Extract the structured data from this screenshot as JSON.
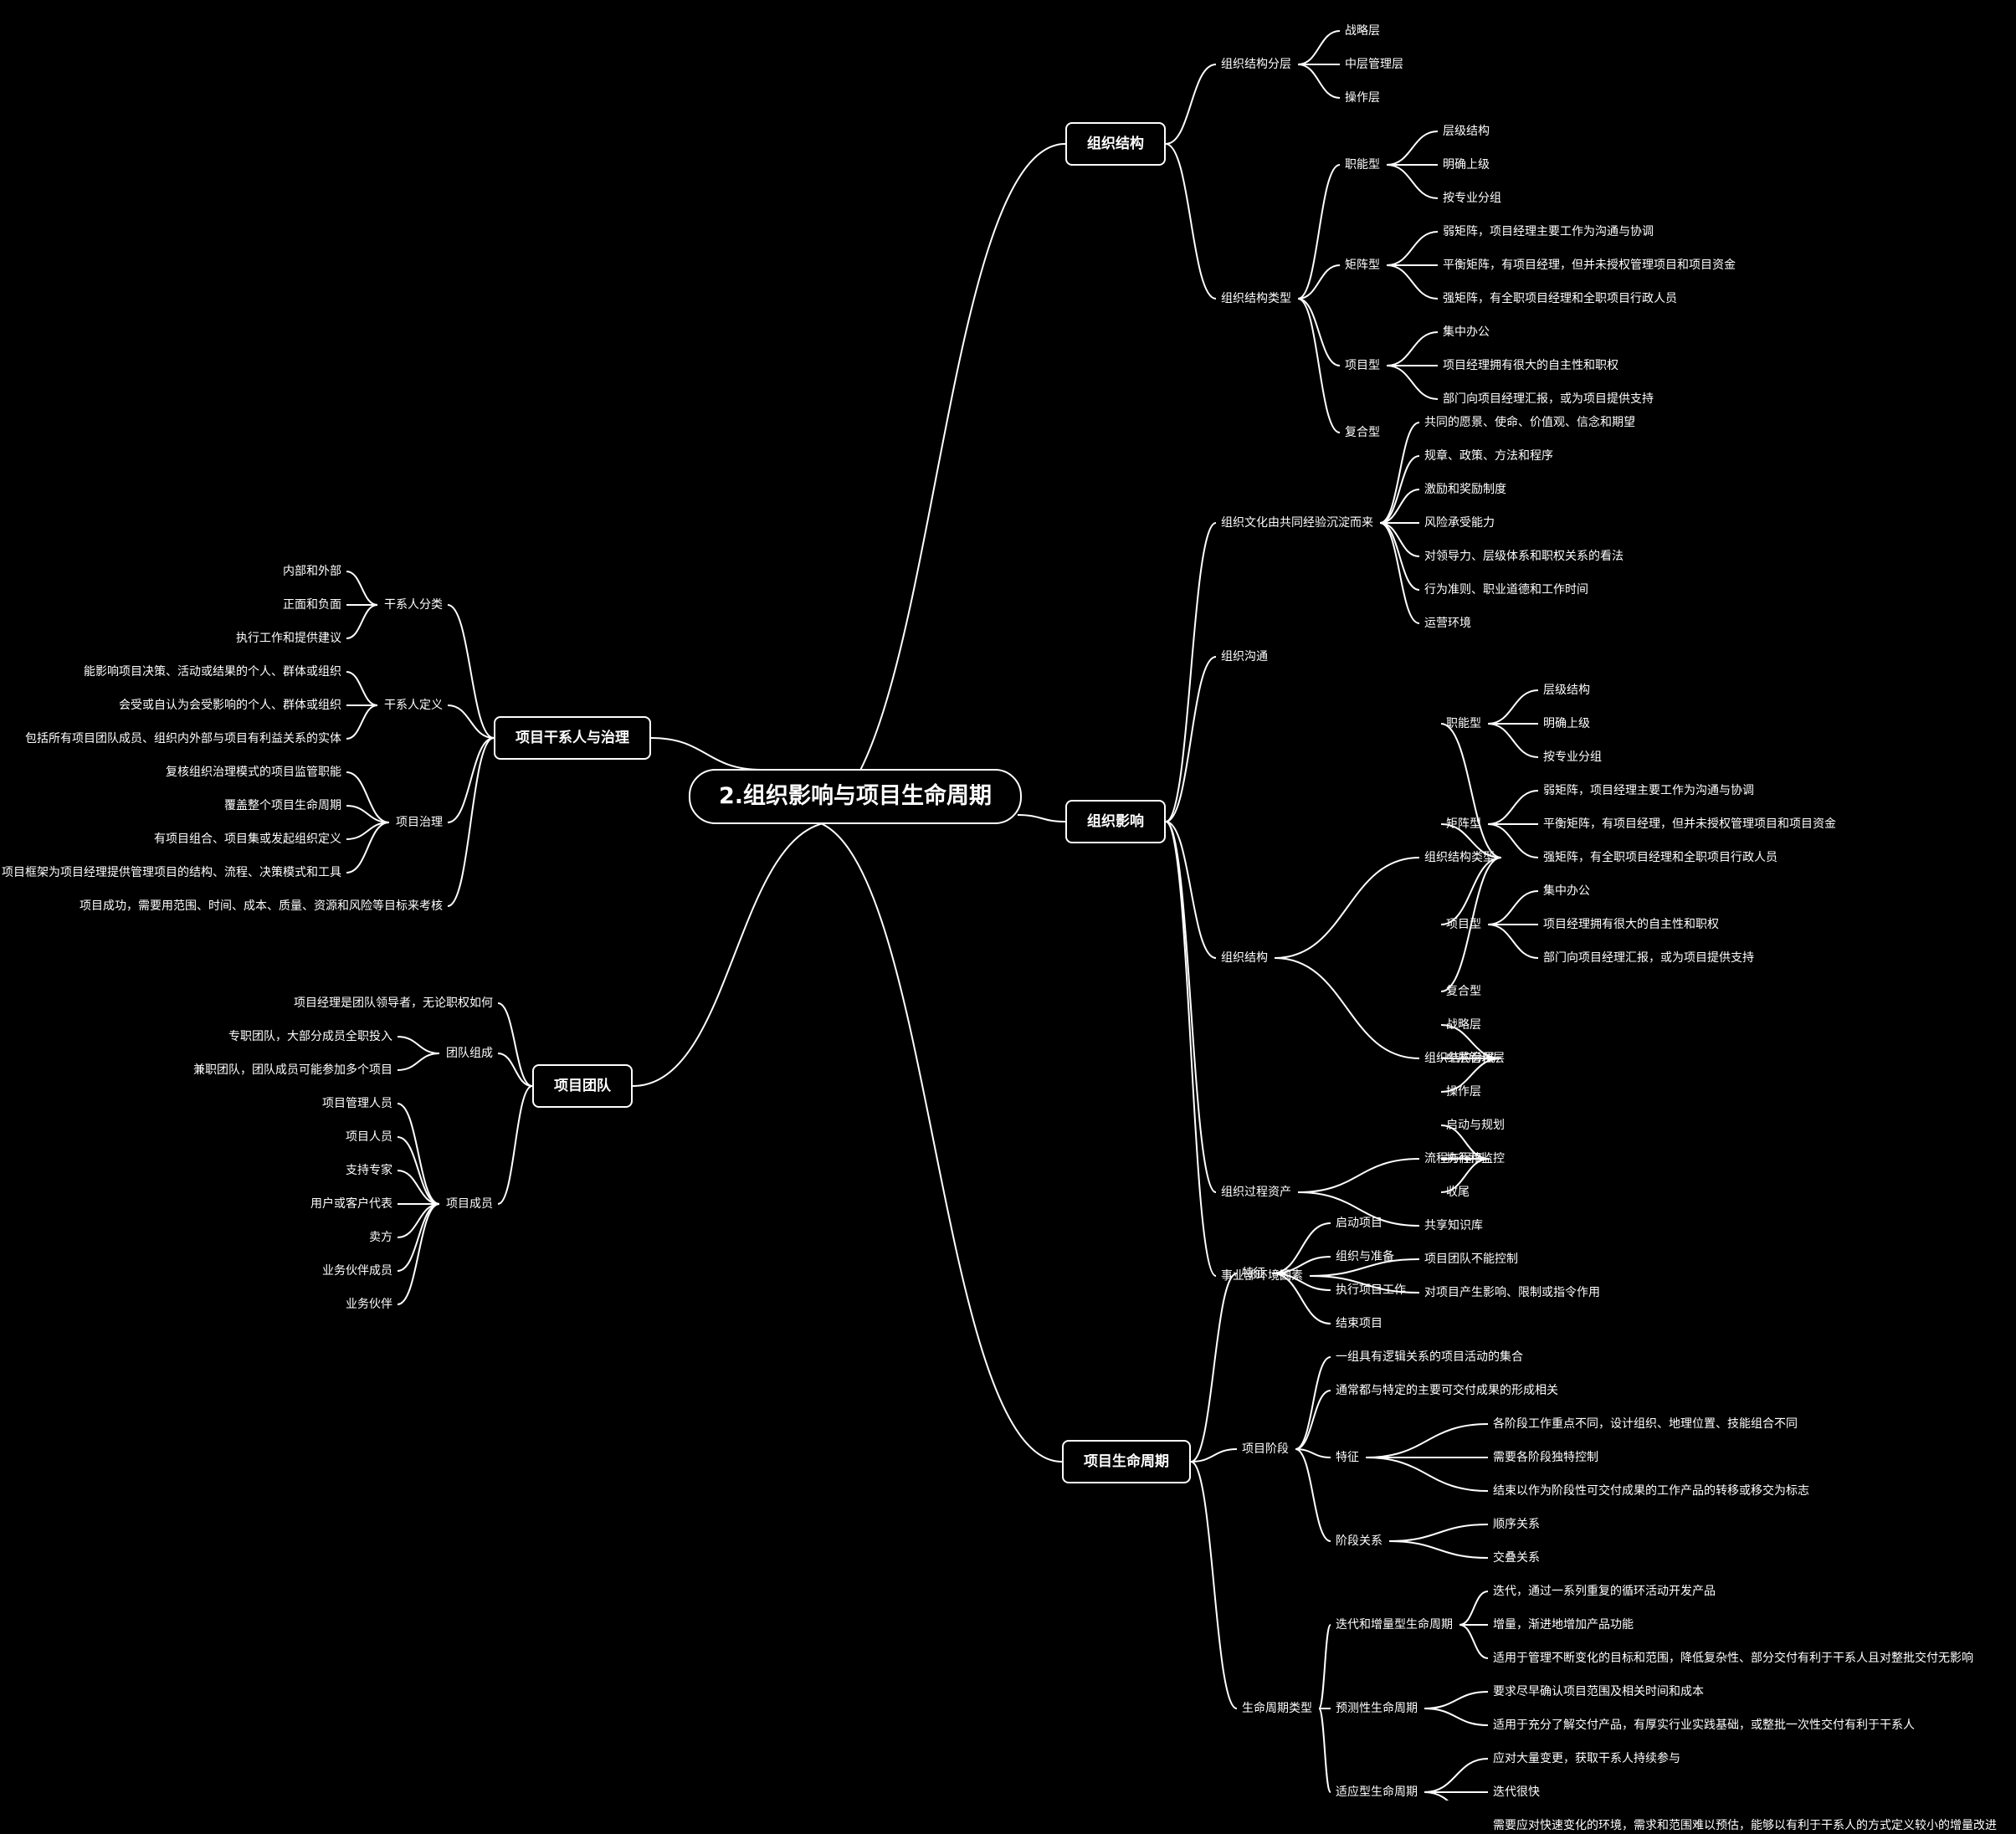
{
  "mindmap": {
    "root": "2.组织影响与项目生命周期",
    "branches": [
      {
        "id": "b0",
        "label": "组织结构",
        "children": [
          {
            "label": "组织结构分层",
            "children": [
              {
                "label": "战略层"
              },
              {
                "label": "中层管理层"
              },
              {
                "label": "操作层"
              }
            ]
          },
          {
            "label": "组织结构类型",
            "children": [
              {
                "label": "职能型",
                "children": [
                  {
                    "label": "层级结构"
                  },
                  {
                    "label": "明确上级"
                  },
                  {
                    "label": "按专业分组"
                  }
                ]
              },
              {
                "label": "矩阵型",
                "children": [
                  {
                    "label": "弱矩阵，项目经理主要工作为沟通与协调"
                  },
                  {
                    "label": "平衡矩阵，有项目经理，但并未授权管理项目和项目资金"
                  },
                  {
                    "label": "强矩阵，有全职项目经理和全职项目行政人员"
                  }
                ]
              },
              {
                "label": "项目型",
                "children": [
                  {
                    "label": "集中办公"
                  },
                  {
                    "label": "项目经理拥有很大的自主性和职权"
                  },
                  {
                    "label": "部门向项目经理汇报，或为项目提供支持"
                  }
                ]
              },
              {
                "label": "复合型"
              }
            ]
          }
        ]
      },
      {
        "id": "b1",
        "label": "组织影响",
        "children": [
          {
            "label": "组织文化由共同经验沉淀而来",
            "children": [
              {
                "label": "共同的愿景、使命、价值观、信念和期望"
              },
              {
                "label": "规章、政策、方法和程序"
              },
              {
                "label": "激励和奖励制度"
              },
              {
                "label": "风险承受能力"
              },
              {
                "label": "对领导力、层级体系和职权关系的看法"
              },
              {
                "label": "行为准则、职业道德和工作时间"
              },
              {
                "label": "运营环境"
              }
            ]
          },
          {
            "label": "组织沟通"
          },
          {
            "label": "组织结构",
            "children": [
              {
                "label": "组织结构类型",
                "children": [
                  {
                    "label": "职能型",
                    "children": [
                      {
                        "label": "层级结构"
                      },
                      {
                        "label": "明确上级"
                      },
                      {
                        "label": "按专业分组"
                      }
                    ]
                  },
                  {
                    "label": "矩阵型",
                    "children": [
                      {
                        "label": "弱矩阵，项目经理主要工作为沟通与协调"
                      },
                      {
                        "label": "平衡矩阵，有项目经理，但并未授权管理项目和项目资金"
                      },
                      {
                        "label": "强矩阵，有全职项目经理和全职项目行政人员"
                      }
                    ]
                  },
                  {
                    "label": "项目型",
                    "children": [
                      {
                        "label": "集中办公"
                      },
                      {
                        "label": "项目经理拥有很大的自主性和职权"
                      },
                      {
                        "label": "部门向项目经理汇报，或为项目提供支持"
                      }
                    ]
                  },
                  {
                    "label": "复合型"
                  }
                ]
              },
              {
                "label": "组织结构分层",
                "children": [
                  {
                    "label": "战略层"
                  },
                  {
                    "label": "中层管理层"
                  },
                  {
                    "label": "操作层"
                  }
                ]
              }
            ]
          },
          {
            "label": "组织过程资产",
            "children": [
              {
                "label": "流程与程序",
                "children": [
                  {
                    "label": "启动与规划"
                  },
                  {
                    "label": "执行和监控"
                  },
                  {
                    "label": "收尾"
                  }
                ]
              },
              {
                "label": "共享知识库"
              }
            ]
          },
          {
            "label": "事业部环境因素",
            "children": [
              {
                "label": "项目团队不能控制"
              },
              {
                "label": "对项目产生影响、限制或指令作用"
              }
            ]
          }
        ]
      },
      {
        "id": "b2",
        "label": "项目生命周期",
        "children": [
          {
            "label": "特征",
            "children": [
              {
                "label": "启动项目"
              },
              {
                "label": "组织与准备"
              },
              {
                "label": "执行项目工作"
              },
              {
                "label": "结束项目"
              }
            ]
          },
          {
            "label": "项目阶段",
            "children": [
              {
                "label": "一组具有逻辑关系的项目活动的集合"
              },
              {
                "label": "通常都与特定的主要可交付成果的形成相关"
              },
              {
                "label": "特征",
                "children": [
                  {
                    "label": "各阶段工作重点不同，设计组织、地理位置、技能组合不同"
                  },
                  {
                    "label": "需要各阶段独特控制"
                  },
                  {
                    "label": "结束以作为阶段性可交付成果的工作产品的转移或移交为标志"
                  }
                ]
              },
              {
                "label": "阶段关系",
                "children": [
                  {
                    "label": "顺序关系"
                  },
                  {
                    "label": "交叠关系"
                  }
                ]
              }
            ]
          },
          {
            "label": "生命周期类型",
            "children": [
              {
                "label": "迭代和增量型生命周期",
                "children": [
                  {
                    "label": "迭代，通过一系列重复的循环活动开发产品"
                  },
                  {
                    "label": "增量，渐进地增加产品功能"
                  },
                  {
                    "label": "适用于管理不断变化的目标和范围，降低复杂性、部分交付有利于干系人且对整批交付无影响"
                  }
                ]
              },
              {
                "label": "预测性生命周期",
                "children": [
                  {
                    "label": "要求尽早确认项目范围及相关时间和成本"
                  },
                  {
                    "label": "适用于充分了解交付产品，有厚实行业实践基础，或整批一次性交付有利于干系人"
                  }
                ]
              },
              {
                "label": "适应型生命周期",
                "children": [
                  {
                    "label": "应对大量变更，获取干系人持续参与"
                  },
                  {
                    "label": "迭代很快"
                  },
                  {
                    "label": "需要应对快速变化的环境，需求和范围难以预估，能够以有利于干系人的方式定义较小的增量改进"
                  }
                ]
              }
            ]
          }
        ]
      },
      {
        "id": "b3",
        "label": "项目干系人与治理",
        "children": [
          {
            "label": "干系人分类",
            "children": [
              {
                "label": "内部和外部"
              },
              {
                "label": "正面和负面"
              },
              {
                "label": "执行工作和提供建议"
              }
            ]
          },
          {
            "label": "干系人定义",
            "children": [
              {
                "label": "能影响项目决策、活动或结果的个人、群体或组织"
              },
              {
                "label": "会受或自认为会受影响的个人、群体或组织"
              },
              {
                "label": "包括所有项目团队成员、组织内外部与项目有利益关系的实体"
              }
            ]
          },
          {
            "label": "项目治理",
            "children": [
              {
                "label": "复核组织治理模式的项目监管职能"
              },
              {
                "label": "覆盖整个项目生命周期"
              },
              {
                "label": "有项目组合、项目集或发起组织定义"
              },
              {
                "label": "项目框架为项目经理提供管理项目的结构、流程、决策模式和工具"
              }
            ]
          },
          {
            "label": "项目成功，需要用范围、时间、成本、质量、资源和风险等目标来考核"
          }
        ]
      },
      {
        "id": "b4",
        "label": "项目团队",
        "children": [
          {
            "label": "项目经理是团队领导者，无论职权如何"
          },
          {
            "label": "团队组成",
            "children": [
              {
                "label": "专职团队，大部分成员全职投入"
              },
              {
                "label": "兼职团队，团队成员可能参加多个项目"
              }
            ]
          },
          {
            "label": "项目成员",
            "children": [
              {
                "label": "项目管理人员"
              },
              {
                "label": "项目人员"
              },
              {
                "label": "支持专家"
              },
              {
                "label": "用户或客户代表"
              },
              {
                "label": "卖方"
              },
              {
                "label": "业务伙伴成员"
              },
              {
                "label": "业务伙伴"
              }
            ]
          }
        ]
      }
    ]
  }
}
